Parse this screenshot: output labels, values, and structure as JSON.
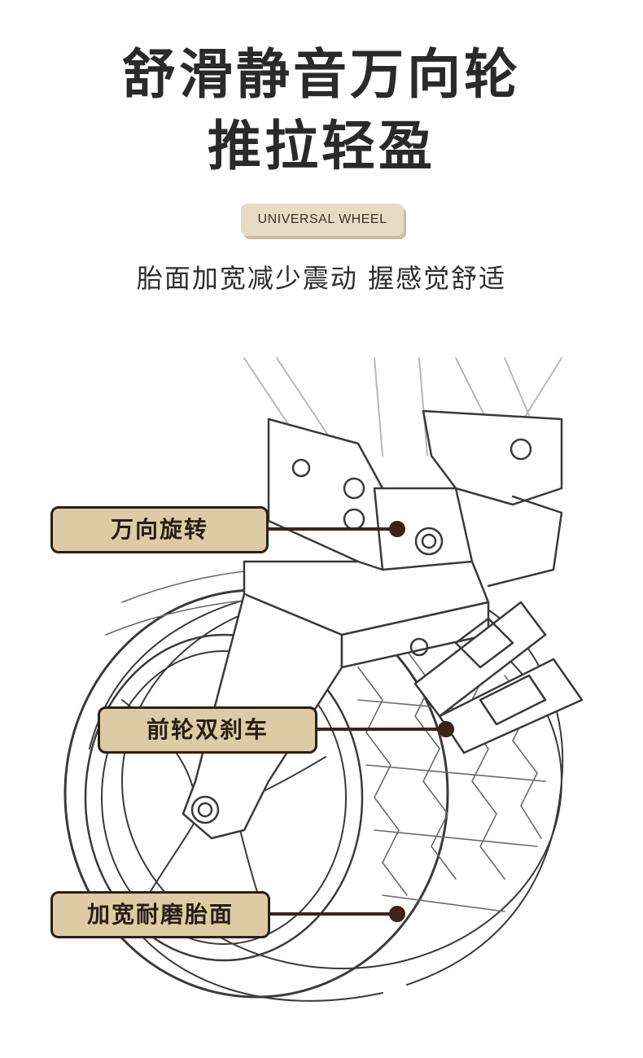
{
  "title_line1": "舒滑静音万向轮",
  "title_line2": "推拉轻盈",
  "badge": "UNIVERSAL WHEEL",
  "subtitle": "胎面加宽减少震动 握感觉舒适",
  "callouts": [
    {
      "label": "万向旋转"
    },
    {
      "label": "前轮双刹车"
    },
    {
      "label": "加宽耐磨胎面"
    }
  ],
  "colors": {
    "callout_fill": "#dccba5",
    "callout_border": "#2a2017",
    "leader_line": "#3b2418",
    "badge_fill": "#e6dcc6",
    "sketch_line": "#3a3a3a"
  }
}
